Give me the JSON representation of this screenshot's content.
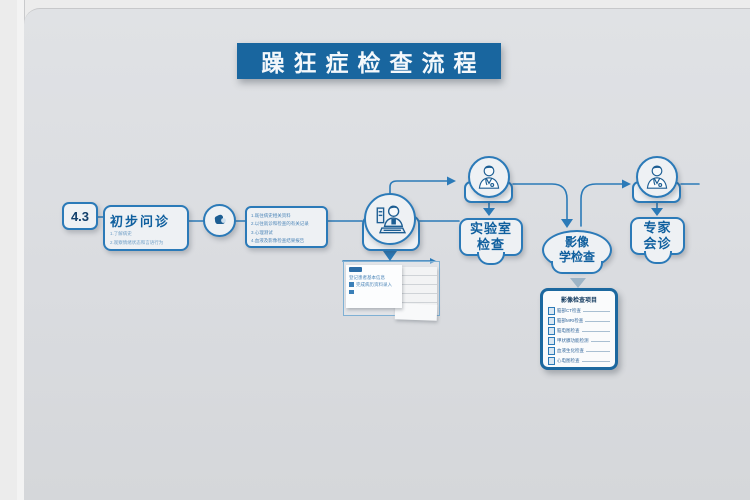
{
  "title": "躁狂症检查流程",
  "colors": {
    "accent": "#2b7ab8",
    "banner_bg": "#19669f",
    "label_blue": "#0f5f9e",
    "board_grey": "#dadce0"
  },
  "flow": {
    "step_number": "4.3",
    "initial_consult": {
      "label": "初步问诊",
      "notes": [
        "1.了解病史",
        "2.观察情绪状态和言语行为"
      ]
    },
    "materials": {
      "items": [
        "1.既往病史相关资料",
        "2.以往就诊和检查的有关记录",
        "3.心理测试",
        "4.血液及影像检查结果报告"
      ]
    },
    "registration_window": {
      "line1": "登记患者基本信息",
      "line2": "完成病历资料录入"
    },
    "lab_exam": {
      "line1": "实验室",
      "line2": "检查"
    },
    "imaging_exam": {
      "line1": "影像",
      "line2": "学检查"
    },
    "expert_consult": {
      "line1": "专家",
      "line2": "会诊"
    },
    "imaging_list": {
      "title": "影像检查项目",
      "items": [
        "脑部CT检查",
        "脑部MRI检查",
        "脑电图检查",
        "甲状腺功能检测",
        "血液生化检查",
        "心电图检查"
      ]
    }
  }
}
